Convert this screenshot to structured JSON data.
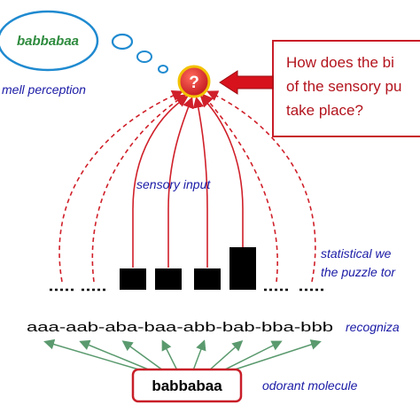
{
  "thought_bubble": {
    "text": "babbabaa",
    "caption": "mell perception"
  },
  "question_icon": {
    "symbol": "?"
  },
  "question_box": {
    "lines": [
      "How does the bi",
      "of the sensory pu",
      "take place?"
    ]
  },
  "labels": {
    "sensory_input": "sensory input",
    "statistical_line1": "statistical we",
    "statistical_line2": "the puzzle tor",
    "recognize": "recogniza",
    "odorant_molecule": "odorant molecule"
  },
  "sequence": "aaa-aab-aba-baa-abb-bab-bba-bbb",
  "molecule": {
    "text": "babbabaa"
  },
  "weights": [
    {
      "fragment": "aaa",
      "value": 0
    },
    {
      "fragment": "aab",
      "value": 0
    },
    {
      "fragment": "aba",
      "value": 1
    },
    {
      "fragment": "baa",
      "value": 1
    },
    {
      "fragment": "abb",
      "value": 1
    },
    {
      "fragment": "bab",
      "value": 2
    },
    {
      "fragment": "bba",
      "value": 0
    },
    {
      "fragment": "bbb",
      "value": 0
    }
  ],
  "colors": {
    "blue_text": "#1a1aa6",
    "green_arrows": "#5a9a6e",
    "red_lines": "#d0202a",
    "bubble_stroke": "#1f8ad0",
    "molecule_border": "#c81e28",
    "question_fill": "#e21b22",
    "question_ring": "#f2c200"
  }
}
